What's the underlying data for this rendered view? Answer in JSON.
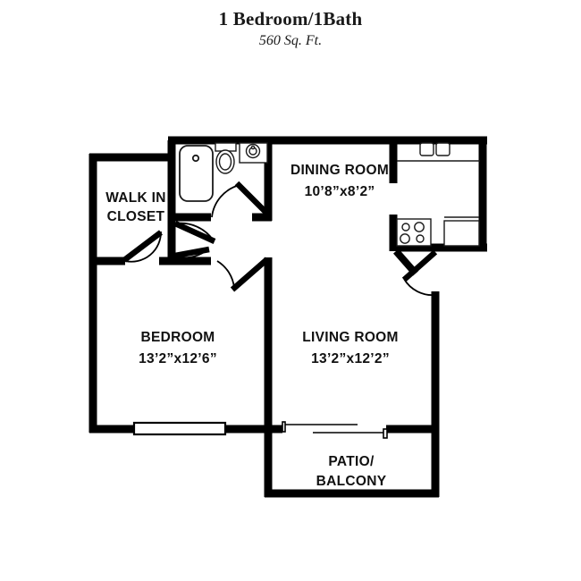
{
  "header": {
    "title": "1 Bedroom/1Bath",
    "subtitle": "560 Sq. Ft."
  },
  "floorplan": {
    "rooms": [
      {
        "id": "walk-in-closet",
        "label_line1": "WALK IN",
        "label_line2": "CLOSET",
        "dimensions": ""
      },
      {
        "id": "dining-room",
        "label_line1": "DINING ROOM",
        "label_line2": "",
        "dimensions": "10’8”x8’2”"
      },
      {
        "id": "bedroom",
        "label_line1": "BEDROOM",
        "label_line2": "",
        "dimensions": "13’2”x12’6”"
      },
      {
        "id": "living-room",
        "label_line1": "LIVING ROOM",
        "label_line2": "",
        "dimensions": "13’2”x12’2”"
      },
      {
        "id": "patio-balcony",
        "label_line1": "PATIO/",
        "label_line2": "BALCONY",
        "dimensions": ""
      }
    ],
    "labels": {
      "walk_in_closet_1": "WALK IN",
      "walk_in_closet_2": "CLOSET",
      "dining_room": "DINING ROOM",
      "dining_room_dims": "10’8”x8’2”",
      "bedroom": "BEDROOM",
      "bedroom_dims": "13’2”x12’6”",
      "living_room": "LIVING ROOM",
      "living_room_dims": "13’2”x12’2”",
      "patio_1": "PATIO/",
      "patio_2": "BALCONY"
    },
    "fixtures": [
      "bathtub-icon",
      "toilet-icon",
      "vanity-sink-icon",
      "kitchen-sink-icon",
      "stove-range-icon",
      "refrigerator-icon",
      "bedroom-window-icon",
      "patio-sliding-door-icon"
    ],
    "doors": [
      "closet-door",
      "bathroom-door",
      "hall-door",
      "bedroom-door",
      "entry-door"
    ],
    "colors": {
      "wall": "#000000",
      "background": "#ffffff",
      "text": "#111111"
    }
  }
}
